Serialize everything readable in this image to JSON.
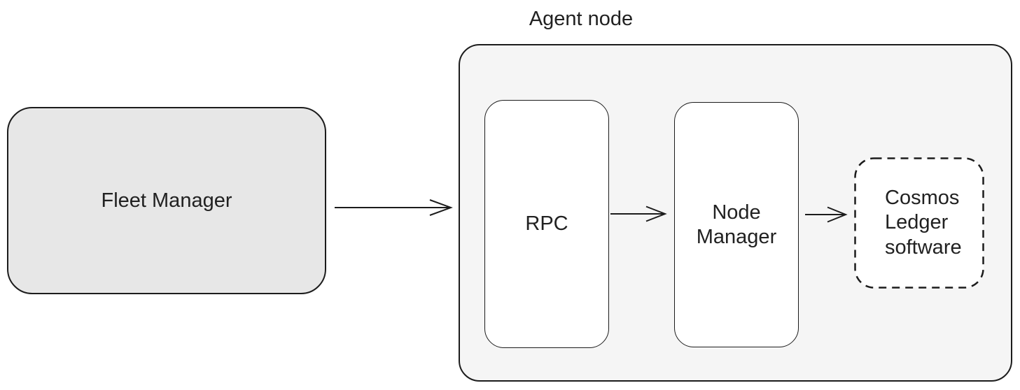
{
  "diagram": {
    "agent_node_title": "Agent node",
    "nodes": {
      "fleet_manager": {
        "label": "Fleet Manager"
      },
      "rpc": {
        "label": "RPC"
      },
      "node_manager": {
        "label": "Node Manager"
      },
      "cosmos_ledger": {
        "label": "Cosmos Ledger software"
      }
    },
    "edges": [
      {
        "from": "Fleet Manager",
        "to": "Agent node"
      },
      {
        "from": "RPC",
        "to": "Node Manager"
      },
      {
        "from": "Node Manager",
        "to": "Cosmos Ledger software"
      }
    ],
    "colors": {
      "canvas_bg": "#ffffff",
      "stroke": "#1c1c1c",
      "text": "#212121",
      "fleet_manager_fill": "#e7e7e7",
      "agent_node_fill": "#f5f5f5",
      "inner_box_fill": "#ffffff"
    }
  }
}
